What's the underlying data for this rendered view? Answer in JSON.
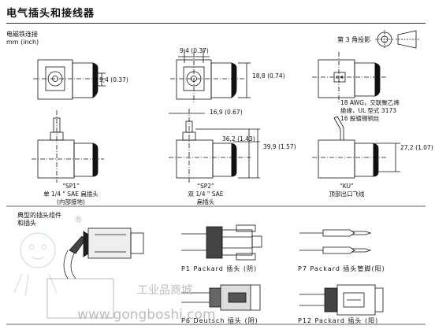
{
  "title": "电气插头和接线器",
  "units": {
    "line1": "电磁铁连接",
    "line2": "mm (inch)"
  },
  "projection": "第 3 角投影",
  "dimensions": {
    "d1": "9,4 (0.37)",
    "d2": "9,4 (0.37)",
    "d3": "18,8 (0.74)",
    "d4": "16,9 (0.67)",
    "d5": "36,2 (1.43)",
    "d6": "39,9 (1.57)",
    "d7": "27,2 (1.07)"
  },
  "wire_note": {
    "line1": "18 AWG，交联聚乙烯",
    "line2": "绝缘，UL 型式  3173",
    "line3": "16 股镀锡铜丝"
  },
  "captions": {
    "sp1": {
      "code": "“SP1”",
      "line1": "单 1/4 \" SAE  扁插头",
      "line2": "(内部接地)"
    },
    "sp2": {
      "code": "“SP2”",
      "line1": "双 1/4 \" SAE",
      "line2": "扁插头"
    },
    "ku": {
      "code": "“KU”",
      "line1": "顶部出口飞线"
    }
  },
  "assembly": {
    "line1": "典型的插头组件",
    "line2": "和插头"
  },
  "plugs": {
    "p1": "P1  Packard  插头 (阴)",
    "p7": "P7  Packard  插头管脚(阳)",
    "p6": "P6  Deutsch  插头 (阴)",
    "p12": "P12  Packard  插头 (阳)"
  },
  "watermark": {
    "reg": "®",
    "sub": "工业品商城",
    "url": "www.gongboshi.com"
  }
}
